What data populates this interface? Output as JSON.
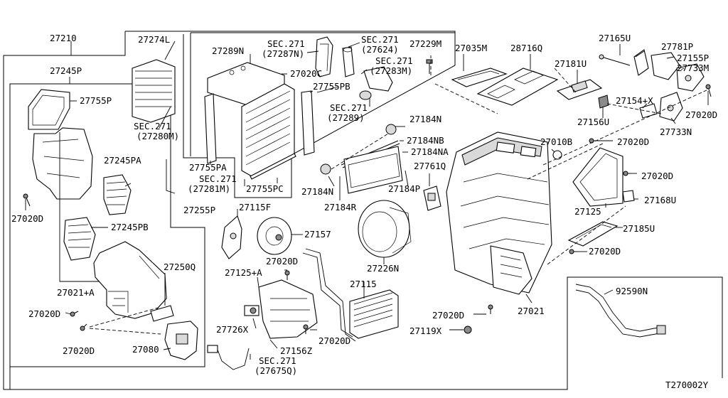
{
  "diagram_id": "T270002Y",
  "labels": {
    "p27210": "27210",
    "p27245P": "27245P",
    "p27755P": "27755P",
    "p27245PA": "27245PA",
    "p27020D_a": "27020D",
    "p27245PB": "27245PB",
    "p27021A": "27021+A",
    "p27020D_b": "27020D",
    "p27020D_c": "27020D",
    "p27250Q": "27250Q",
    "p27080": "27080",
    "p27274L": "27274L",
    "sec271_27280M_a": "SEC.271",
    "sec271_27280M_b": "(27280M)",
    "p27289N": "27289N",
    "sec271_27287N_a": "SEC.271",
    "sec271_27287N_b": "(27287N)",
    "sec271_27624_a": "SEC.271",
    "sec271_27624_b": "(27624)",
    "p27229M": "27229M",
    "sec271_27283M_a": "SEC.271",
    "sec271_27283M_b": "(27283M)",
    "p27020C": "27020C",
    "p27755PB": "27755PB",
    "sec271_27289_a": "SEC.271",
    "sec271_27289_b": "(27289)",
    "p27755PA": "27755PA",
    "sec271_27281M_a": "SEC.271",
    "sec271_27281M_b": "(27281M)",
    "p27755PC": "27755PC",
    "p27255P": "27255P",
    "p27115F": "27115F",
    "p27157": "27157",
    "p27125A": "27125+A",
    "p27020D_d": "27020D",
    "p27726X": "27726X",
    "p27156Z": "27156Z",
    "p27020D_e": "27020D",
    "sec271_27675Q_a": "SEC.271",
    "sec271_27675Q_b": "(27675Q)",
    "p27184N_a": "27184N",
    "p27184NB": "27184NB",
    "p27184NA": "27184NA",
    "p27184N_b": "27184N",
    "p27184R": "27184R",
    "p27761Q": "27761Q",
    "p27184P": "27184P",
    "p27226N": "27226N",
    "p27115": "27115",
    "p27035M": "27035M",
    "p28716Q": "28716Q",
    "p27181U": "27181U",
    "p27165U": "27165U",
    "p27781P": "27781P",
    "p27155P": "27155P",
    "p27733M": "27733M",
    "p27154X": "27154+X",
    "p27156U": "27156U",
    "p27020D_f": "27020D",
    "p27733N": "27733N",
    "p27010B": "27010B",
    "p27020D_g": "27020D",
    "p27020D_h": "27020D",
    "p27168U": "27168U",
    "p27125": "27125",
    "p27185U": "27185U",
    "p27020D_i": "27020D",
    "p92590N": "92590N",
    "p27020D_j": "27020D",
    "p27021": "27021",
    "p27119X": "27119X"
  }
}
